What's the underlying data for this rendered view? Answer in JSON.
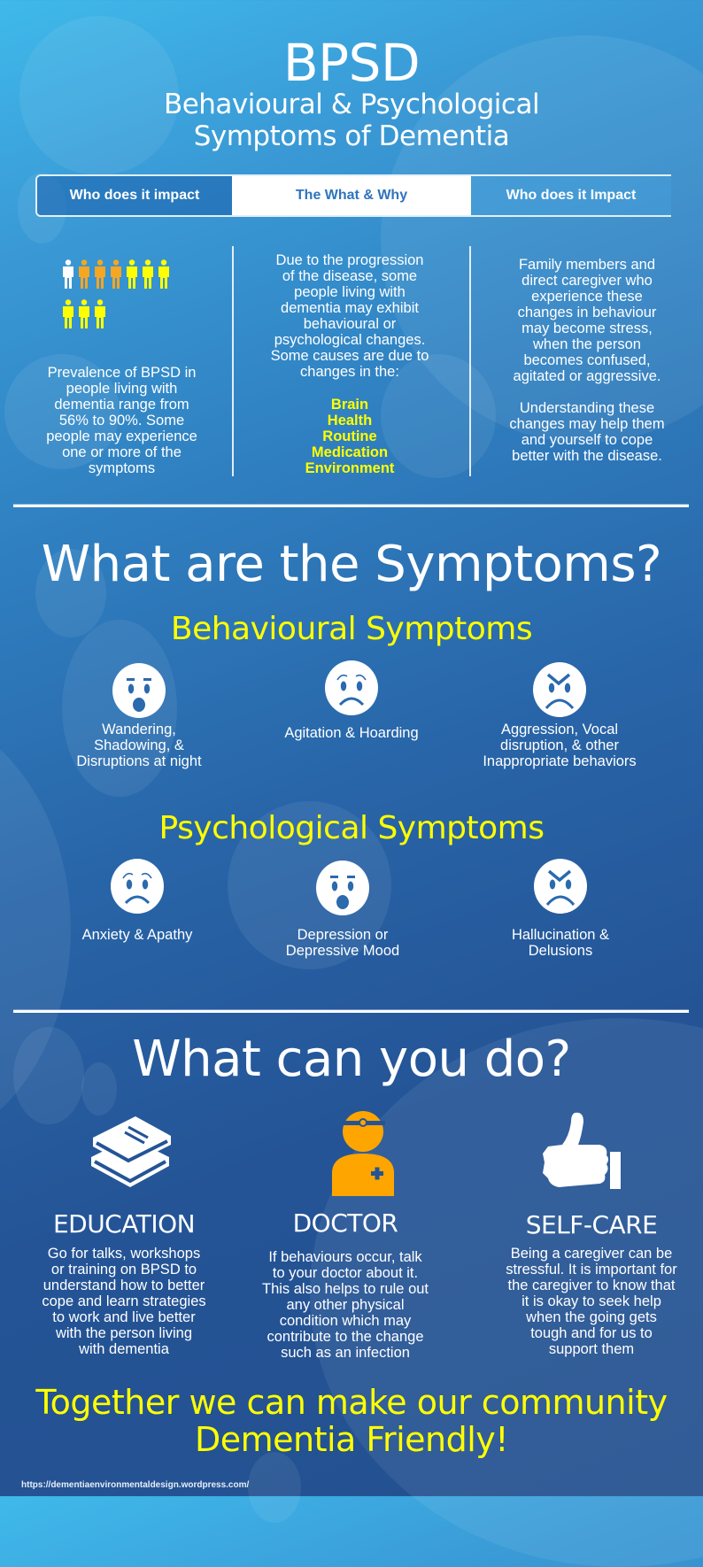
{
  "header": {
    "title": "BPSD",
    "subtitle_line1": "Behavioural & Psychological",
    "subtitle_line2": "Symptoms of Dementia"
  },
  "tabs": [
    {
      "label": "Who does it impact",
      "active": false
    },
    {
      "label": "The What & Why",
      "active": true
    },
    {
      "label": "Who does it Impact",
      "active": false
    }
  ],
  "prevalence": {
    "people_icons": [
      {
        "color": "#ffffff"
      },
      {
        "color": "#f5a623"
      },
      {
        "color": "#f5a623"
      },
      {
        "color": "#f5a623"
      },
      {
        "color": "#ffff00"
      },
      {
        "color": "#ffff00"
      },
      {
        "color": "#ffff00"
      },
      {
        "color": "#ffff00"
      },
      {
        "color": "#ffff00"
      },
      {
        "color": "#ffff00"
      }
    ],
    "lines": [
      "Prevalence of BPSD in",
      "people living with",
      "dementia range from",
      "56% to 90%. Some",
      "people may experience",
      "one or more of the",
      "symptoms"
    ]
  },
  "what_why": {
    "lines": [
      "Due to the progression",
      "of the disease, some",
      "people living with",
      "dementia may exhibit",
      "behavioural or",
      "psychological changes.",
      "Some causes are due to",
      "changes in the:"
    ],
    "causes": [
      "Brain",
      "Health",
      "Routine",
      "Medication",
      "Environment"
    ]
  },
  "impact": {
    "lines1": [
      "Family members and",
      "direct caregiver who",
      "experience these",
      "changes in behaviour",
      "may become stress,",
      "when the person",
      "becomes confused,",
      "agitated or aggressive."
    ],
    "lines2": [
      "Understanding these",
      "changes may help them",
      "and yourself to cope",
      "better with the disease."
    ]
  },
  "symptoms": {
    "heading": "What are the Symptoms?",
    "behavioural": {
      "heading": "Behavioural Symptoms",
      "items": [
        {
          "icon": "shocked-face-icon",
          "lines": [
            "Wandering,",
            "Shadowing, &",
            "Disruptions at night"
          ]
        },
        {
          "icon": "sad-face-icon",
          "lines": [
            "Agitation & Hoarding"
          ]
        },
        {
          "icon": "angry-face-icon",
          "lines": [
            "Aggression, Vocal",
            "disruption, & other",
            "Inappropriate behaviors"
          ]
        }
      ]
    },
    "psychological": {
      "heading": "Psychological Symptoms",
      "items": [
        {
          "icon": "sad-face-icon",
          "lines": [
            "Anxiety & Apathy"
          ]
        },
        {
          "icon": "shocked-face-icon",
          "lines": [
            "Depression or",
            "Depressive Mood"
          ]
        },
        {
          "icon": "angry-face-icon",
          "lines": [
            "Hallucination &",
            "Delusions"
          ]
        }
      ]
    }
  },
  "actions": {
    "heading": "What can you do?",
    "items": [
      {
        "icon": "books-icon",
        "title": "EDUCATION",
        "lines": [
          "Go for talks, workshops",
          "or training on BPSD to",
          "understand how to better",
          "cope and learn strategies",
          "to work and live better",
          "with the person living",
          "with dementia"
        ]
      },
      {
        "icon": "doctor-icon",
        "title": "DOCTOR",
        "icon_color": "#ffa500",
        "lines": [
          "If behaviours occur, talk",
          "to your doctor about it.",
          "This also helps to rule out",
          "any other physical",
          "condition which may",
          "contribute to the change",
          "such as an infection"
        ]
      },
      {
        "icon": "thumbs-up-icon",
        "title": "SELF-CARE",
        "lines": [
          "Being a caregiver can be",
          "stressful. It is important for",
          "the caregiver to know that",
          "it is okay to seek help",
          "when the going gets",
          "tough and for us to",
          "support them"
        ]
      }
    ]
  },
  "closing": {
    "line1": "Together we can make our community",
    "line2": "Dementia Friendly!"
  },
  "footer": {
    "url": "https://dementiaenvironmentaldesign.wordpress.com/"
  },
  "colors": {
    "accent_yellow": "#ffff00",
    "doctor_orange": "#ffa500",
    "tab_active_text": "#2f74bd"
  }
}
